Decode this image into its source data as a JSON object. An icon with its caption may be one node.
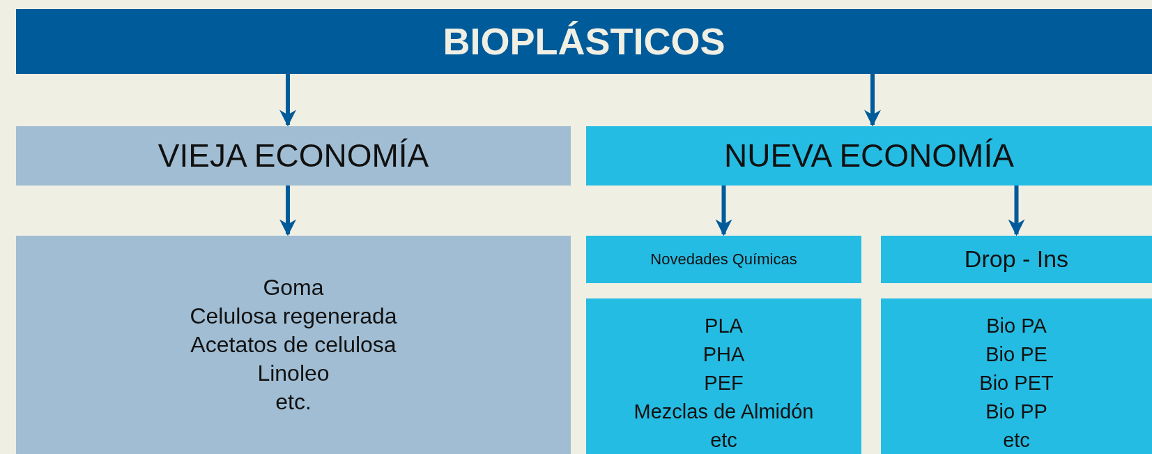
{
  "diagram": {
    "nodes": [
      {
        "text": [
          "BIOPLÁSTICOS"
        ]
      },
      {
        "text": [
          "VIEJA ECONOMÍA"
        ]
      },
      {
        "text": [
          "NUEVA ECONOMÍA"
        ]
      },
      {
        "text": [
          "Goma",
          "Celulosa regenerada",
          "Acetatos de celulosa",
          "Linoleo",
          "etc."
        ]
      },
      {
        "text": [
          "Novedades Químicas"
        ]
      },
      {
        "text": [
          "Drop - Ins"
        ]
      },
      {
        "text": [
          "PLA",
          "PHA",
          "PEF",
          "Mezclas de Almidón",
          "etc"
        ]
      },
      {
        "text": [
          "Bio PA",
          "Bio PE",
          "Bio PET",
          "Bio PP",
          "etc"
        ]
      }
    ],
    "edges": [
      {
        "from": 0,
        "to": 1,
        "arrow": "to"
      },
      {
        "from": 0,
        "to": 2,
        "arrow": "to"
      },
      {
        "from": 1,
        "to": 3,
        "arrow": "to"
      },
      {
        "from": 2,
        "to": 4,
        "arrow": "to"
      },
      {
        "from": 2,
        "to": 5,
        "arrow": "to"
      }
    ]
  }
}
